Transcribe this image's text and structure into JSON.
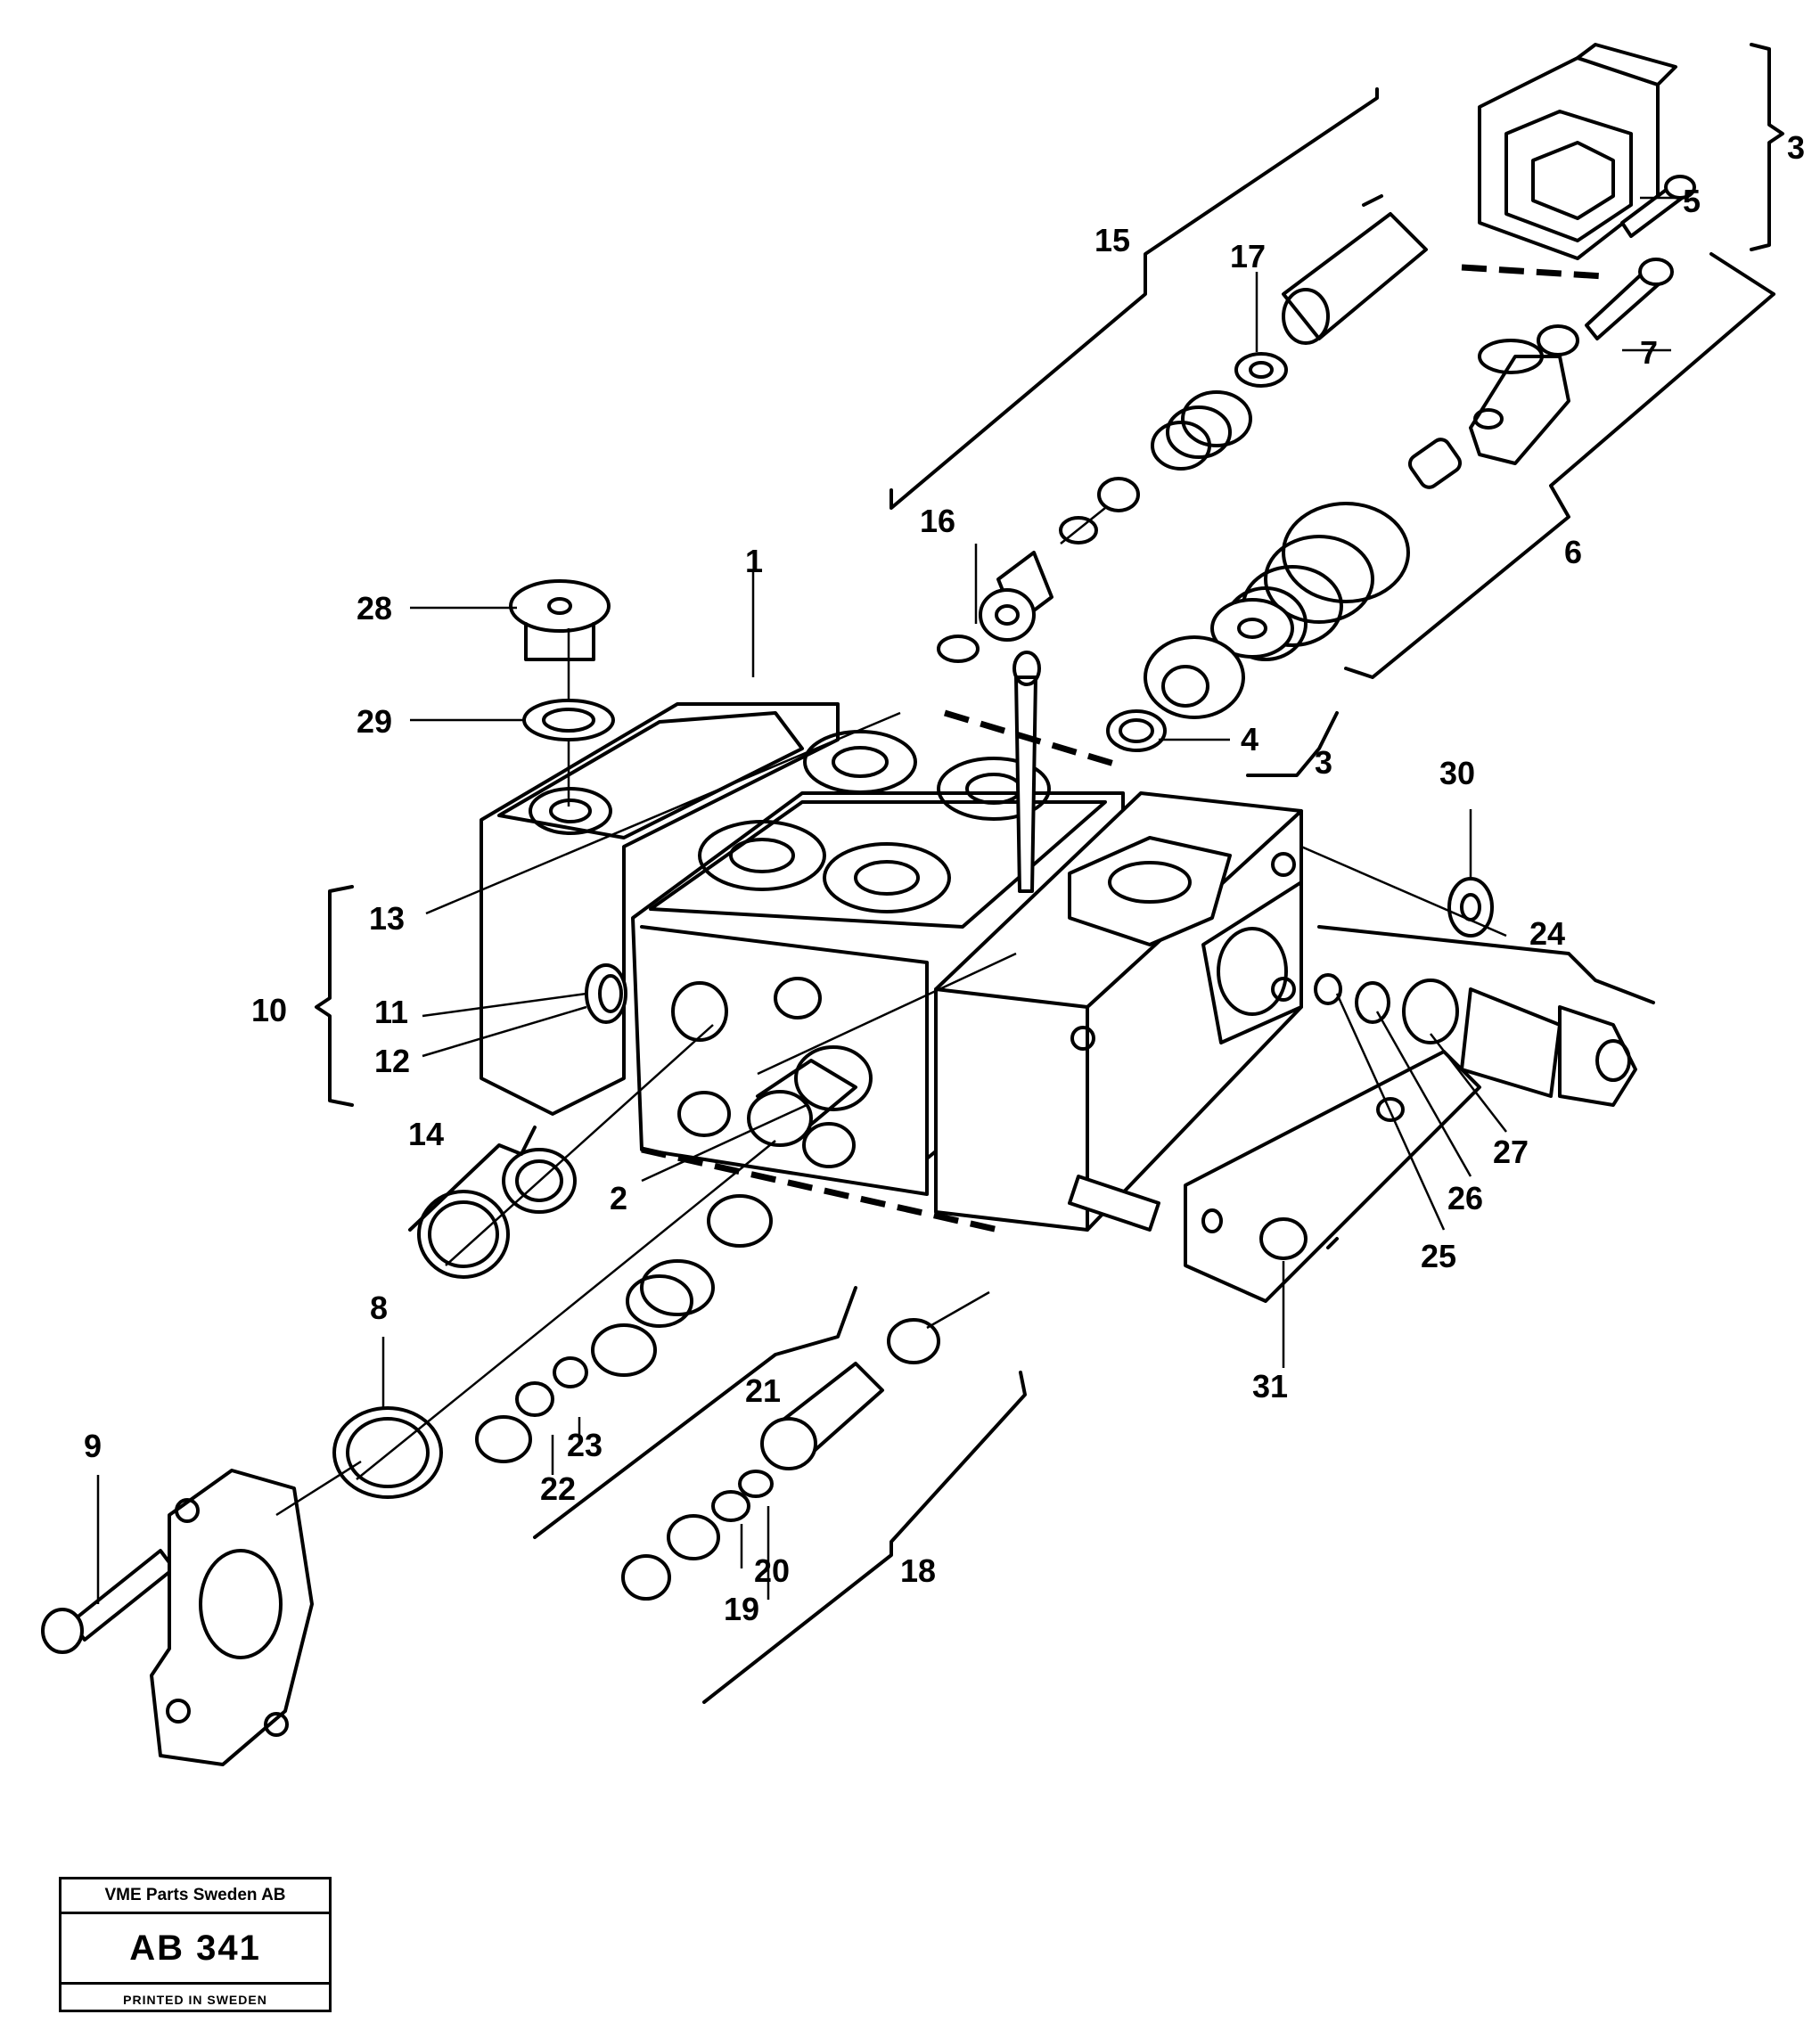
{
  "callouts": {
    "c1": "1",
    "c2": "2",
    "c3a": "3",
    "c3b": "3",
    "c4": "4",
    "c5": "5",
    "c6": "6",
    "c7": "7",
    "c8": "8",
    "c9": "9",
    "c10": "10",
    "c11": "11",
    "c12": "12",
    "c13": "13",
    "c14": "14",
    "c15": "15",
    "c16": "16",
    "c17": "17",
    "c18": "18",
    "c19": "19",
    "c20": "20",
    "c21": "21",
    "c22": "22",
    "c23": "23",
    "c24": "24",
    "c25": "25",
    "c26": "26",
    "c27": "27",
    "c28": "28",
    "c29": "29",
    "c30": "30",
    "c31": "31"
  },
  "title_block": {
    "company": "VME Parts Sweden AB",
    "code": "AB 341",
    "printed": "PRINTED IN SWEDEN"
  }
}
